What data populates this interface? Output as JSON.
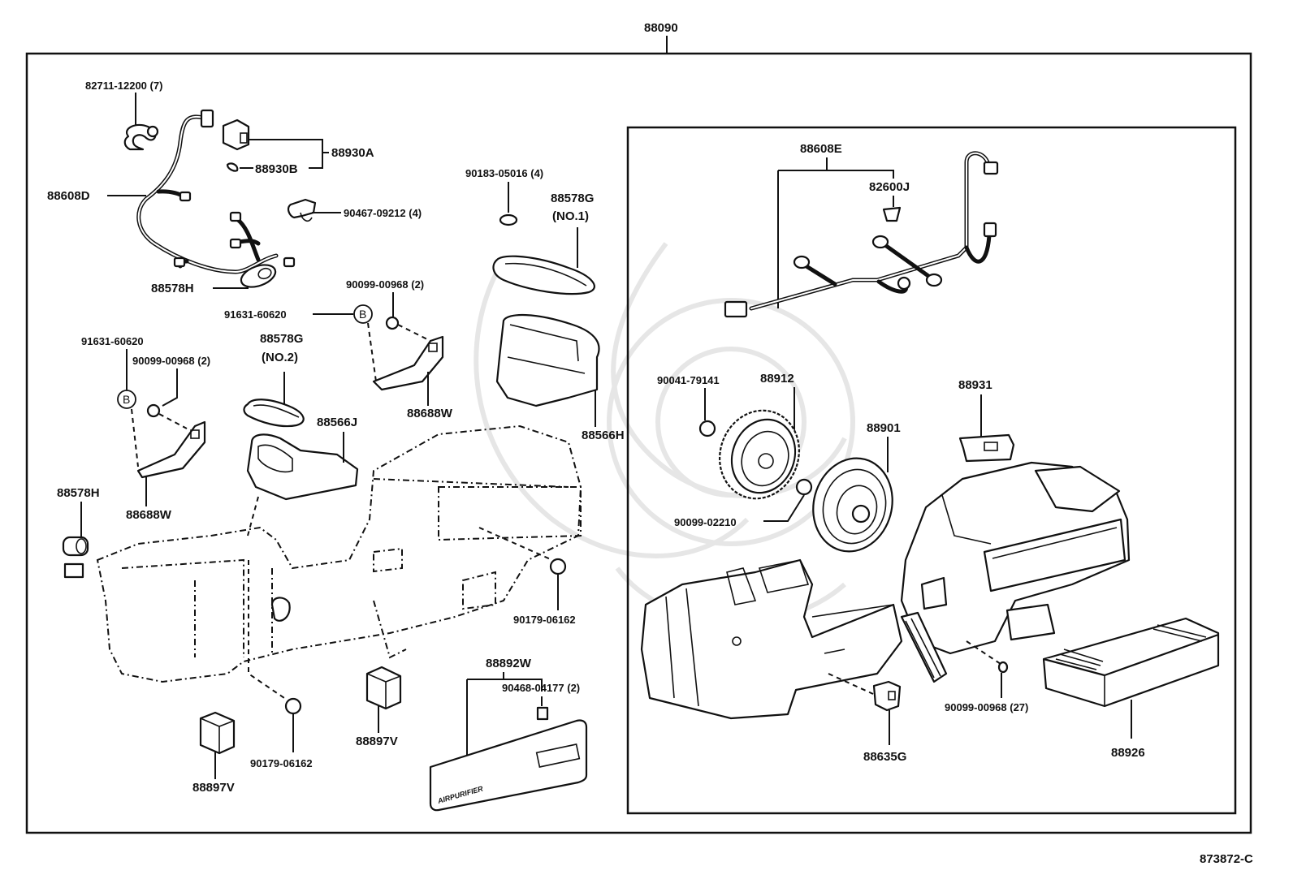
{
  "diagram": {
    "assembly_number": "88090",
    "illustration_id": "873872-C",
    "reference_marker": "B",
    "panel_text": "AIRPURIFIER",
    "left_group": {
      "labels": {
        "clip_82711": "82711-12200 (7)",
        "harness_88608D": "88608D",
        "sensor_88930A": "88930A",
        "sensor_88930B": "88930B",
        "clamp_90467": "90467-09212 (4)",
        "grommet_88578H_top": "88578H",
        "screw_90099_2_top": "90099-00968 (2)",
        "bolt_91631_top": "91631-60620",
        "bracket_88688W_top": "88688W",
        "nut_90183": "90183-05016 (4)",
        "seal_88578G_no1": "88578G",
        "seal_88578G_no1_sub": "(NO.1)",
        "duct_88566H": "88566H",
        "bolt_91631_left": "91631-60620",
        "screw_90099_2_left": "90099-00968 (2)",
        "seal_88578G_no2": "88578G",
        "seal_88578G_no2_sub": "(NO.2)",
        "duct_88566J": "88566J",
        "grommet_88578H_left": "88578H",
        "bracket_88688W_left": "88688W",
        "nut_90179_right": "90179-06162",
        "nut_90179_bottom": "90179-06162",
        "relay_88897V_left": "88897V",
        "relay_88897V_mid": "88897V",
        "panel_88892W": "88892W",
        "screw_90468": "90468-04177 (2)"
      }
    },
    "right_group": {
      "labels": {
        "harness_88608E": "88608E",
        "connector_82600J": "82600J",
        "screw_90041": "90041-79141",
        "fan_88912": "88912",
        "motor_88901": "88901",
        "washer_90099_02210": "90099-02210",
        "resistor_88931": "88931",
        "sensor_88635G": "88635G",
        "screw_90099_27": "90099-00968 (27)",
        "filter_88926": "88926"
      }
    }
  }
}
